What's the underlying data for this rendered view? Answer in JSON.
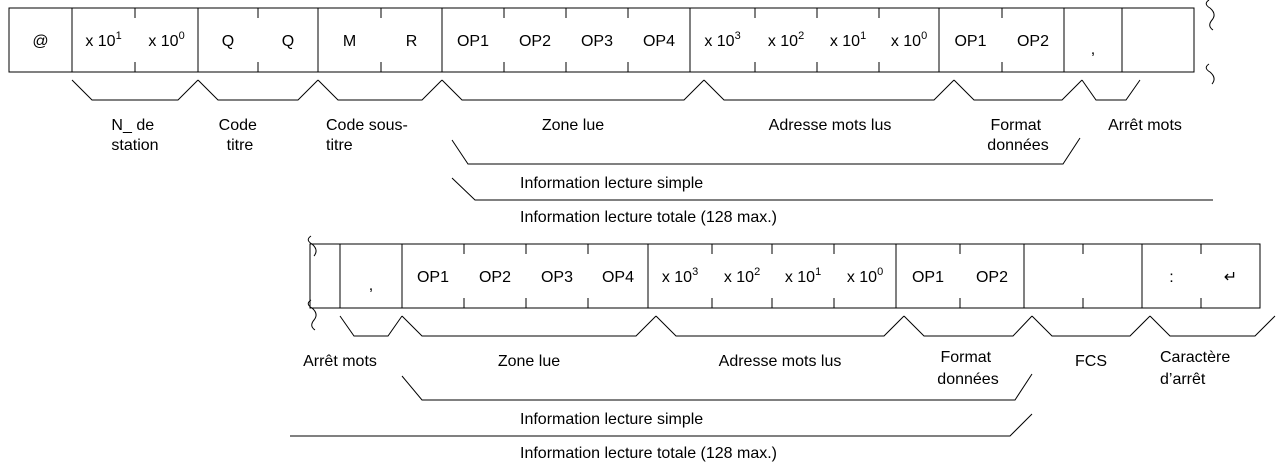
{
  "frame1": {
    "cells": [
      {
        "t": "@"
      },
      {
        "t": "x 10",
        "s": "1"
      },
      {
        "t": "x 10",
        "s": "0"
      },
      {
        "t": "Q"
      },
      {
        "t": "Q"
      },
      {
        "t": "M"
      },
      {
        "t": "R"
      },
      {
        "t": "OP1"
      },
      {
        "t": "OP2"
      },
      {
        "t": "OP3"
      },
      {
        "t": "OP4"
      },
      {
        "t": "x 10",
        "s": "3"
      },
      {
        "t": "x 10",
        "s": "2"
      },
      {
        "t": "x 10",
        "s": "1"
      },
      {
        "t": "x 10",
        "s": "0"
      },
      {
        "t": "OP1"
      },
      {
        "t": "OP2"
      },
      {
        "t": ","
      },
      {
        "t": ""
      }
    ],
    "labels": {
      "station": [
        "N_ de",
        "station"
      ],
      "title_code": [
        "Code",
        "titre"
      ],
      "subtitle_code": [
        "Code sous-",
        "titre"
      ],
      "read_area": "Zone lue",
      "word_address": "Adresse mots lus",
      "data_format": [
        "Format",
        "données"
      ],
      "word_stop": "Arrêt mots",
      "single_read_info": "Information lecture simple",
      "total_read_info": "Information lecture totale (128 max.)"
    }
  },
  "frame2": {
    "cells": [
      {
        "t": ""
      },
      {
        "t": ","
      },
      {
        "t": "OP1"
      },
      {
        "t": "OP2"
      },
      {
        "t": "OP3"
      },
      {
        "t": "OP4"
      },
      {
        "t": "x 10",
        "s": "3"
      },
      {
        "t": "x 10",
        "s": "2"
      },
      {
        "t": "x 10",
        "s": "1"
      },
      {
        "t": "x 10",
        "s": "0"
      },
      {
        "t": "OP1"
      },
      {
        "t": "OP2"
      },
      {
        "t": ""
      },
      {
        "t": ""
      },
      {
        "t": ":"
      },
      {
        "t": "↵"
      }
    ],
    "labels": {
      "word_stop": "Arrêt mots",
      "read_area": "Zone lue",
      "word_address": "Adresse mots lus",
      "data_format": [
        "Format",
        "données"
      ],
      "fcs": "FCS",
      "stop_char": [
        "Caractère",
        "d’arrêt"
      ],
      "single_read_info": "Information lecture simple",
      "total_read_info": "Information lecture totale (128 max.)"
    }
  }
}
